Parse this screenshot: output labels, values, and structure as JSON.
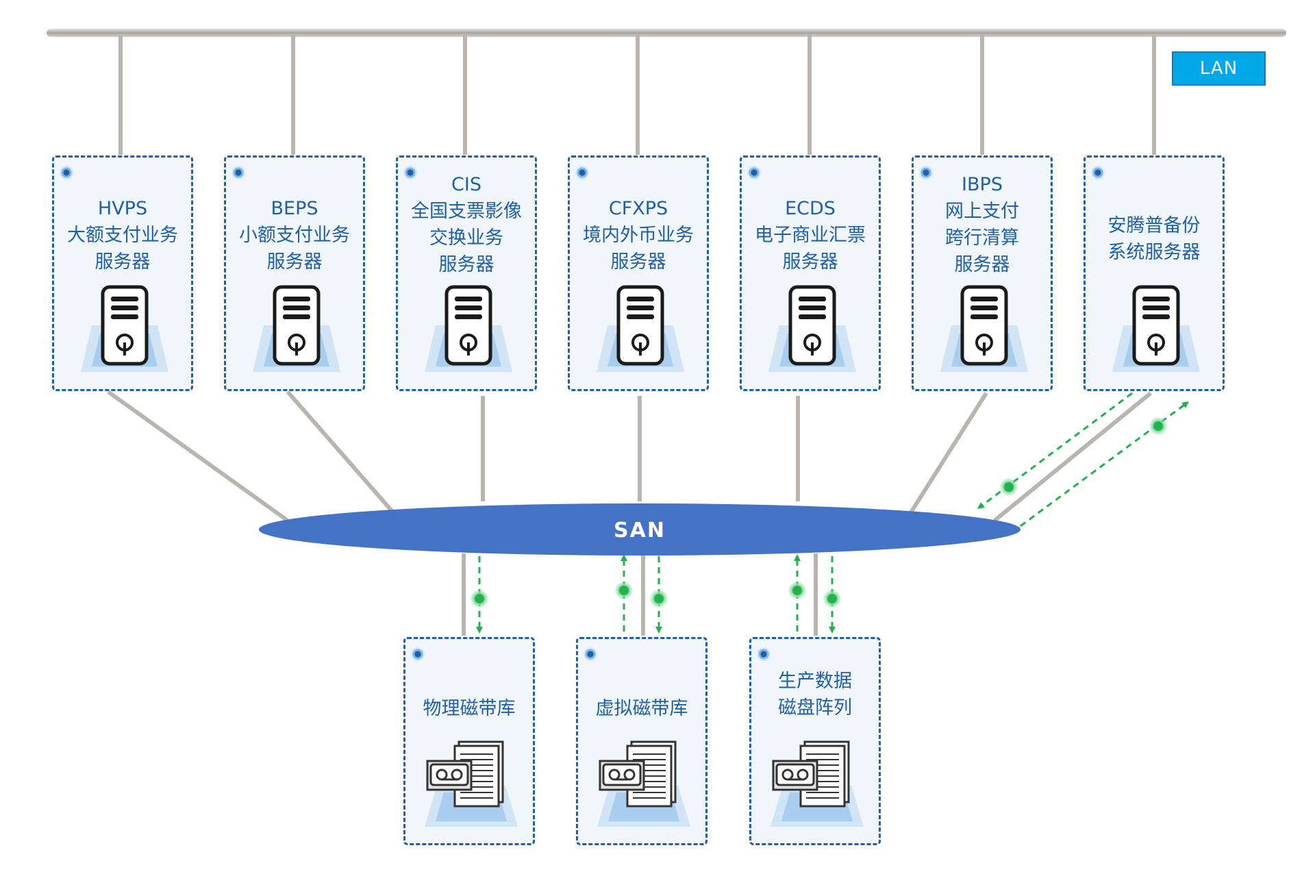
{
  "lan_label": "LAN",
  "san_label": "SAN",
  "servers": [
    {
      "lines": [
        "HVPS",
        "大额支付业务",
        "服务器"
      ]
    },
    {
      "lines": [
        "BEPS",
        "小额支付业务",
        "服务器"
      ]
    },
    {
      "lines": [
        "CIS",
        "全国支票影像",
        "交换业务",
        "服务器"
      ]
    },
    {
      "lines": [
        "CFXPS",
        "境内外币业务",
        "服务器"
      ]
    },
    {
      "lines": [
        "ECDS",
        "电子商业汇票",
        "服务器"
      ]
    },
    {
      "lines": [
        "IBPS",
        "网上支付",
        "跨行清算",
        "服务器"
      ]
    },
    {
      "lines": [
        "安腾普备份",
        "系统服务器"
      ]
    }
  ],
  "storage": [
    {
      "lines": [
        "物理磁带库"
      ]
    },
    {
      "lines": [
        "虚拟磁带库"
      ]
    },
    {
      "lines": [
        "生产数据",
        "磁盘阵列"
      ]
    }
  ],
  "colors": {
    "box_border": "#1f5fa6",
    "box_fill": "#f1f6fb",
    "text": "#1f5fa6",
    "san_fill": "#4472c4",
    "lan_fill": "#00a8e8",
    "wire": "#b9b4ae",
    "data_flow": "#22b14c"
  },
  "icons": {
    "server": "server-tower-icon",
    "storage": "tape-library-icon",
    "status": "status-dot-icon"
  }
}
